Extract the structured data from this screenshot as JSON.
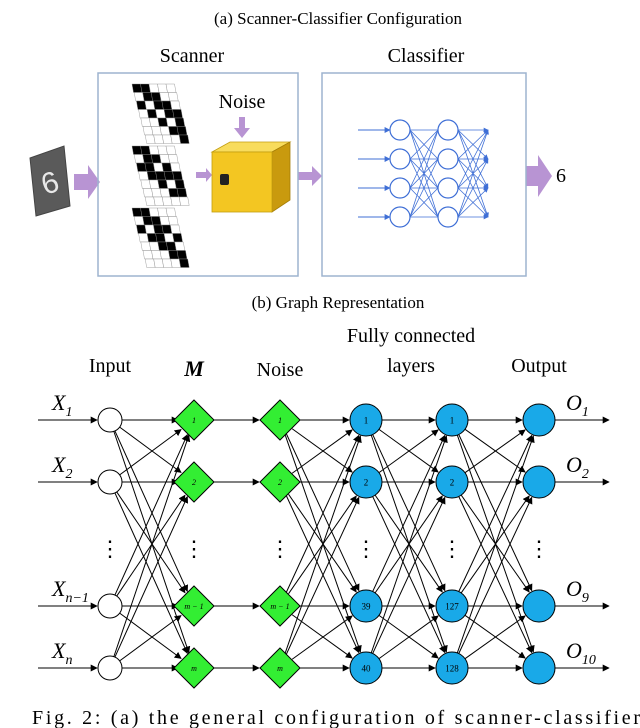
{
  "part_a": {
    "caption": "(a) Scanner-Classifier Configuration",
    "scanner_label": "Scanner",
    "noise_label": "Noise",
    "classifier_label": "Classifier",
    "input_digit": "6",
    "output_label": "6"
  },
  "part_b": {
    "caption": "(b) Graph Representation",
    "headers": {
      "input": "Input",
      "m": "M",
      "noise": "Noise",
      "fc_line1": "Fully connected",
      "fc_line2": "layers",
      "output": "Output"
    },
    "inputs": [
      {
        "base": "X",
        "sub": "1"
      },
      {
        "base": "X",
        "sub": "2"
      },
      {
        "base": "X",
        "sub": "n−1"
      },
      {
        "base": "X",
        "sub": "n"
      }
    ],
    "outputs": [
      {
        "base": "O",
        "sub": "1"
      },
      {
        "base": "O",
        "sub": "2"
      },
      {
        "base": "O",
        "sub": "9"
      },
      {
        "base": "O",
        "sub": "10"
      }
    ],
    "m_nodes": [
      "1",
      "2",
      "m − 1",
      "m"
    ],
    "noise_nodes": [
      "1",
      "2",
      "m − 1",
      "m"
    ],
    "fc1_nodes": [
      "1",
      "2",
      "39",
      "40"
    ],
    "fc2_nodes": [
      "1",
      "2",
      "127",
      "128"
    ],
    "ellipsis": "⋮"
  },
  "fig_caption": "Fig. 2: (a) the general configuration of scanner-classifier",
  "colors": {
    "diamond": "#33ee33",
    "circle": "#19a9e8",
    "box_border": "#9db4cf",
    "arrow_purple": "#b894d3",
    "net_blue": "#3f6fd6",
    "cube_yellow": "#f3c622"
  }
}
